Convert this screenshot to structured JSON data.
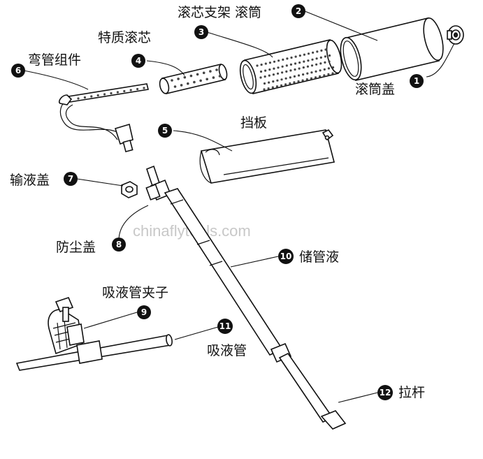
{
  "watermark": "chinaflytools.com",
  "callouts": [
    {
      "number": "1",
      "label": "滚筒盖"
    },
    {
      "number": "2",
      "label": "滚芯支架 滚筒"
    },
    {
      "number": "3",
      "label": ""
    },
    {
      "number": "4",
      "label": "特质滚芯"
    },
    {
      "number": "5",
      "label": "挡板"
    },
    {
      "number": "6",
      "label": "弯管组件"
    },
    {
      "number": "7",
      "label": "输液盖"
    },
    {
      "number": "8",
      "label": "防尘盖"
    },
    {
      "number": "9",
      "label": "吸液管夹子"
    },
    {
      "number": "10",
      "label": "储管液"
    },
    {
      "number": "11",
      "label": "吸液管"
    },
    {
      "number": "12",
      "label": "拉杆"
    }
  ],
  "colors": {
    "line": "#111111",
    "badge": "#111111",
    "watermark": "#c8c8c8"
  }
}
